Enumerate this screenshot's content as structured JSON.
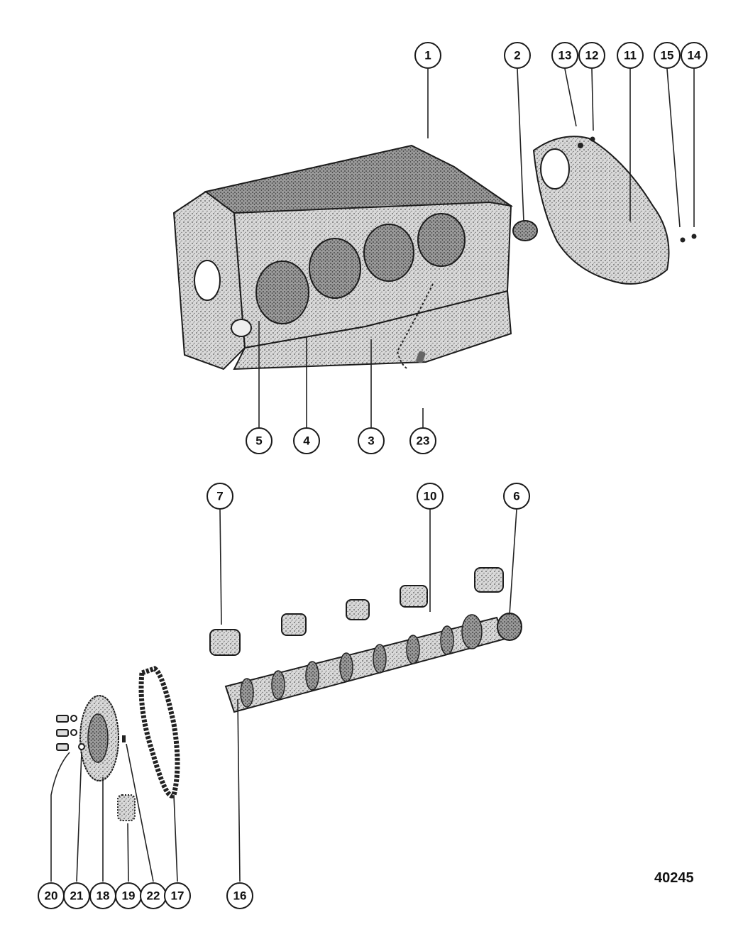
{
  "drawing_number": "40245",
  "callouts": [
    "1",
    "2",
    "3",
    "4",
    "5",
    "6",
    "7",
    "10",
    "11",
    "12",
    "13",
    "14",
    "15",
    "16",
    "17",
    "18",
    "19",
    "20",
    "21",
    "22",
    "23"
  ]
}
